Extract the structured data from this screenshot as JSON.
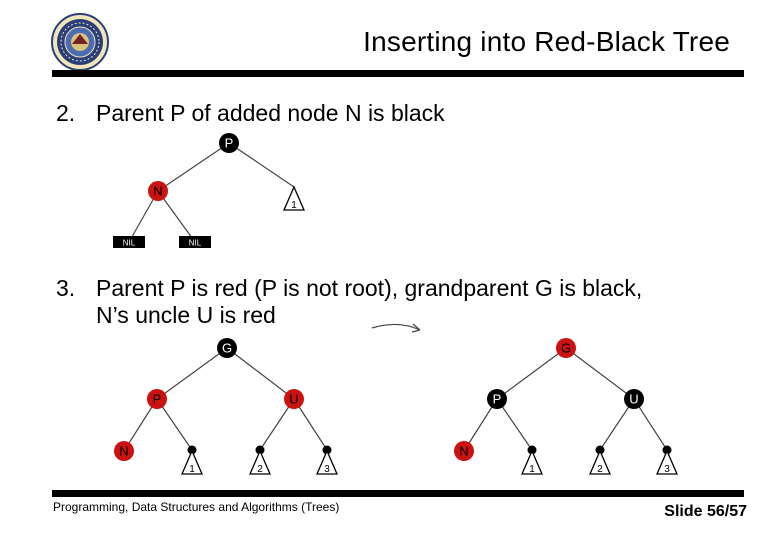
{
  "slide": {
    "title": "Inserting into Red-Black Tree",
    "footer_left": "Programming, Data Structures and Algorithms (Trees)",
    "footer_right": "Slide 56/57",
    "item2": {
      "number": "2.",
      "text": "Parent P of added node N is black"
    },
    "item3": {
      "number": "3.",
      "line1": "Parent P is red (P is not root), grandparent G is black,",
      "line2": "N’s uncle U is red"
    }
  },
  "diagram": {
    "colors": {
      "red": "#cc1111",
      "black": "#000000",
      "line": "#444444"
    },
    "tree1": {
      "nodes": [
        {
          "id": "P",
          "label": "P",
          "shape": "circle",
          "color": "black"
        },
        {
          "id": "N",
          "label": "N",
          "shape": "circle",
          "color": "red"
        },
        {
          "id": "T1",
          "label": "1",
          "shape": "triangle",
          "color": "none"
        },
        {
          "id": "NIL1",
          "label": "NIL",
          "shape": "rect",
          "color": "black"
        },
        {
          "id": "NIL2",
          "label": "NIL",
          "shape": "rect",
          "color": "black"
        }
      ],
      "edges": [
        [
          "P",
          "N"
        ],
        [
          "P",
          "T1"
        ],
        [
          "N",
          "NIL1"
        ],
        [
          "N",
          "NIL2"
        ]
      ]
    },
    "tree2": {
      "nodes": [
        {
          "id": "G",
          "label": "G",
          "shape": "circle",
          "color": "black"
        },
        {
          "id": "P",
          "label": "P",
          "shape": "circle",
          "color": "red"
        },
        {
          "id": "U",
          "label": "U",
          "shape": "circle",
          "color": "red"
        },
        {
          "id": "N",
          "label": "N",
          "shape": "circle",
          "color": "red"
        },
        {
          "id": "d1",
          "label": "",
          "shape": "dot",
          "color": "black"
        },
        {
          "id": "d2",
          "label": "",
          "shape": "dot",
          "color": "black"
        },
        {
          "id": "d3",
          "label": "",
          "shape": "dot",
          "color": "black"
        },
        {
          "id": "T1",
          "label": "1",
          "shape": "triangle",
          "color": "none"
        },
        {
          "id": "T2",
          "label": "2",
          "shape": "triangle",
          "color": "none"
        },
        {
          "id": "T3",
          "label": "3",
          "shape": "triangle",
          "color": "none"
        }
      ],
      "edges": [
        [
          "G",
          "P"
        ],
        [
          "G",
          "U"
        ],
        [
          "P",
          "N"
        ],
        [
          "P",
          "d1"
        ],
        [
          "U",
          "d2"
        ],
        [
          "U",
          "d3"
        ],
        [
          "d1",
          "T1"
        ],
        [
          "d2",
          "T2"
        ],
        [
          "d3",
          "T3"
        ]
      ]
    },
    "tree3": {
      "nodes": [
        {
          "id": "G",
          "label": "G",
          "shape": "circle",
          "color": "red"
        },
        {
          "id": "P",
          "label": "P",
          "shape": "circle",
          "color": "black"
        },
        {
          "id": "U",
          "label": "U",
          "shape": "circle",
          "color": "black"
        },
        {
          "id": "N",
          "label": "N",
          "shape": "circle",
          "color": "red"
        },
        {
          "id": "d1",
          "label": "",
          "shape": "dot",
          "color": "black"
        },
        {
          "id": "d2",
          "label": "",
          "shape": "dot",
          "color": "black"
        },
        {
          "id": "d3",
          "label": "",
          "shape": "dot",
          "color": "black"
        },
        {
          "id": "T1",
          "label": "1",
          "shape": "triangle",
          "color": "none"
        },
        {
          "id": "T2",
          "label": "2",
          "shape": "triangle",
          "color": "none"
        },
        {
          "id": "T3",
          "label": "3",
          "shape": "triangle",
          "color": "none"
        }
      ],
      "edges": [
        [
          "G",
          "P"
        ],
        [
          "G",
          "U"
        ],
        [
          "P",
          "N"
        ],
        [
          "P",
          "d1"
        ],
        [
          "U",
          "d2"
        ],
        [
          "U",
          "d3"
        ],
        [
          "d1",
          "T1"
        ],
        [
          "d2",
          "T2"
        ],
        [
          "d3",
          "T3"
        ]
      ]
    }
  }
}
